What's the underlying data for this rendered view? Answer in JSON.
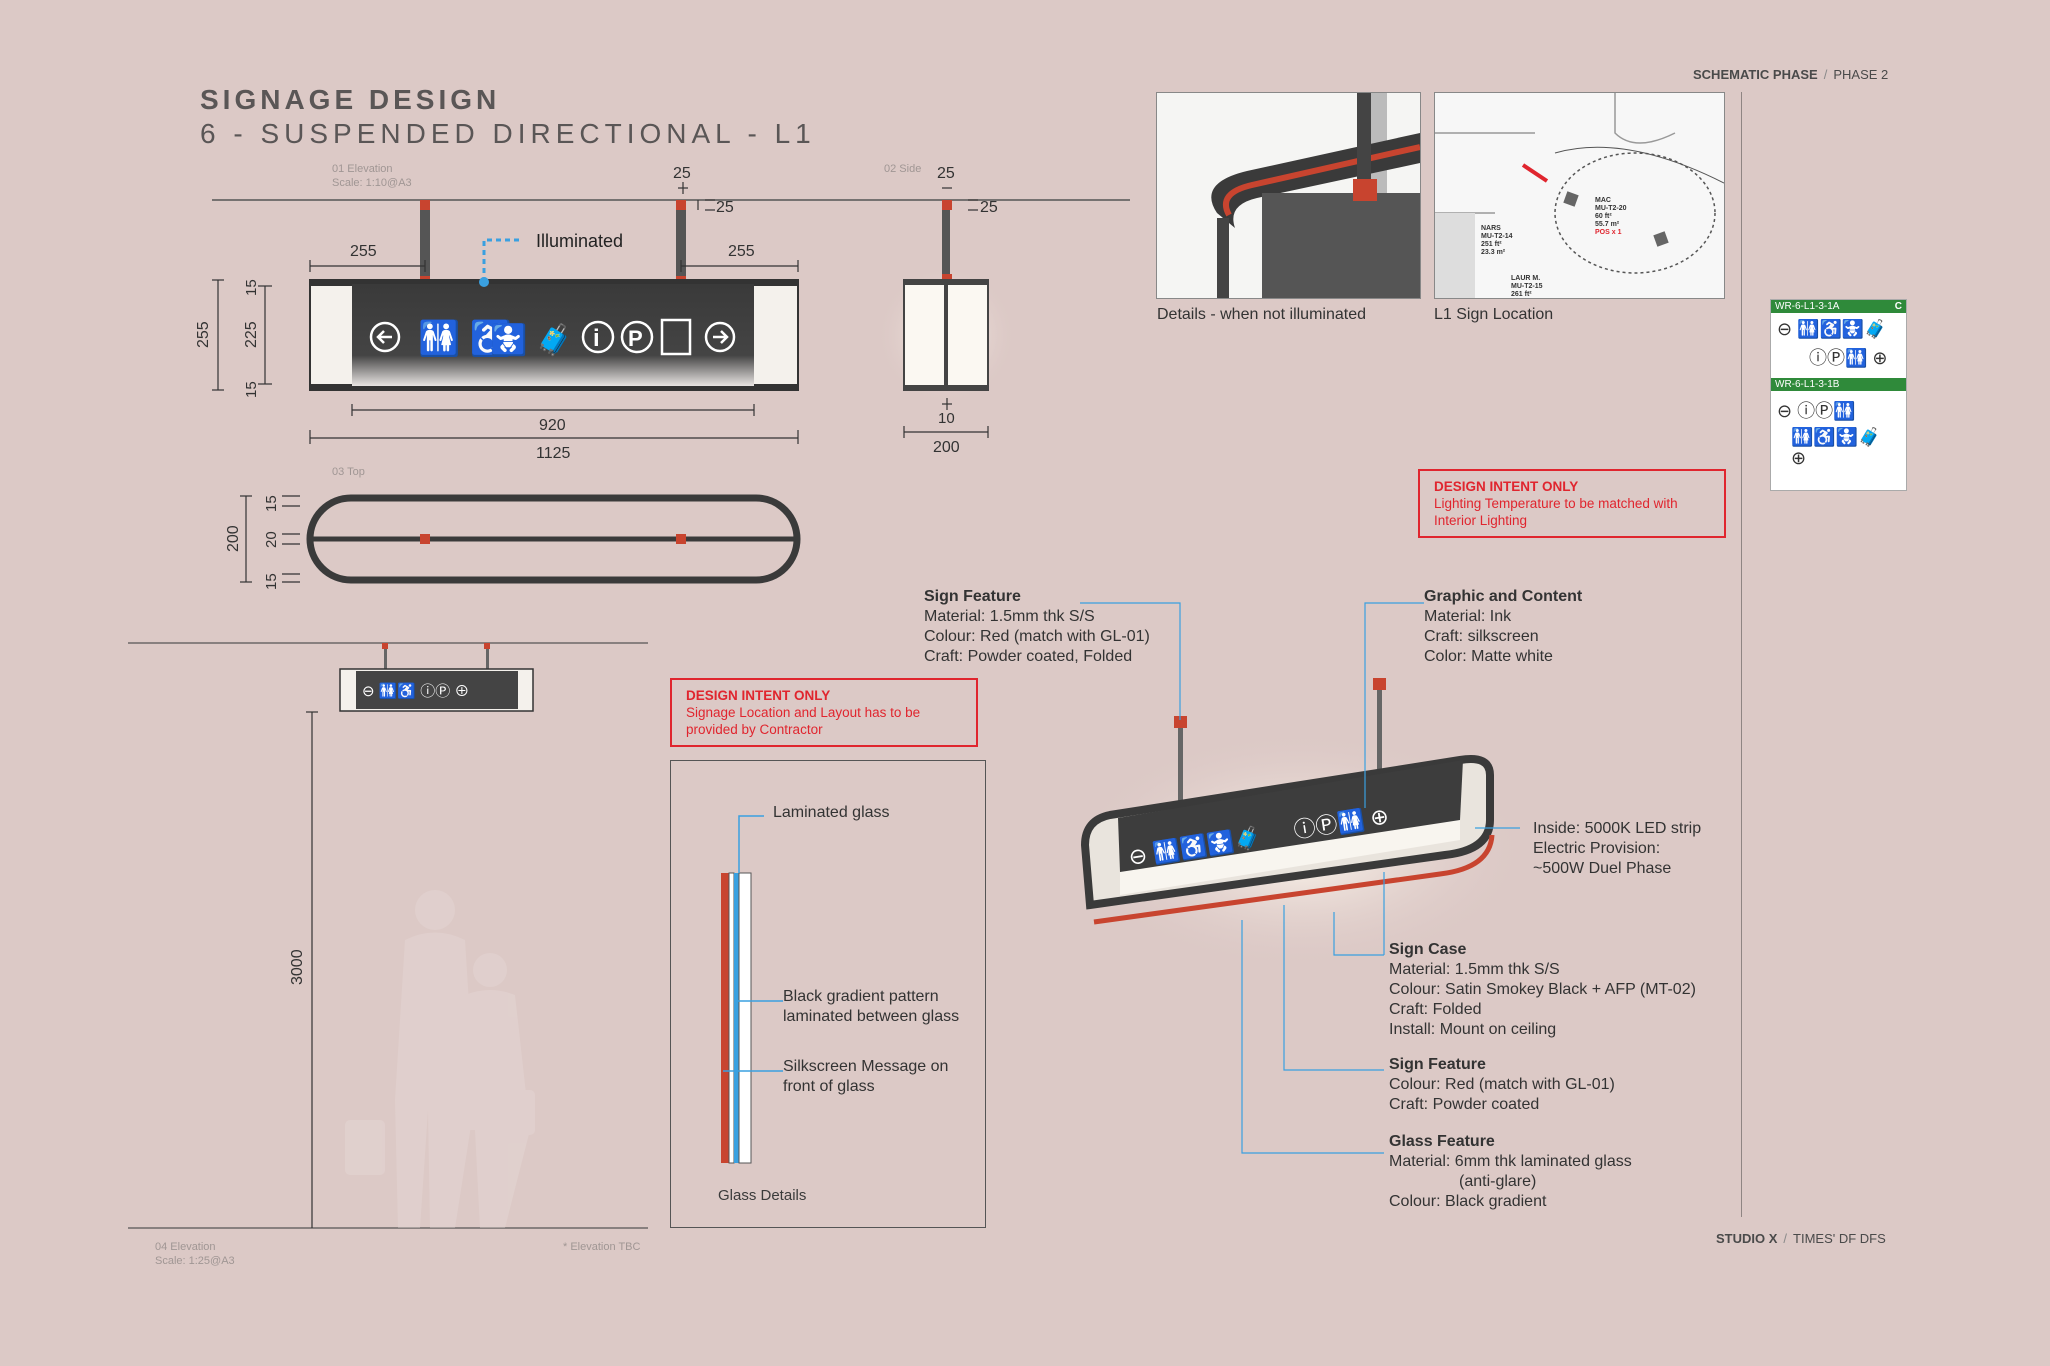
{
  "header": {
    "title": "SIGNAGE DESIGN",
    "subtitle": "6 - SUSPENDED DIRECTIONAL - L1",
    "phase_bold": "SCHEMATIC PHASE",
    "phase_sep": "/",
    "phase": "PHASE 2"
  },
  "footer": {
    "studio_bold": "STUDIO X",
    "sep": "/",
    "project": "TIMES' DF DFS"
  },
  "views": {
    "elevation_label": "01 Elevation",
    "elevation_scale": "Scale: 1:10@A3",
    "side_label": "02 Side",
    "top_label": "03 Top",
    "elevation2_label": "04 Elevation",
    "elevation2_scale": "Scale: 1:25@A3",
    "elevation_tbc": "* Elevation TBC"
  },
  "dimensions": {
    "d25a": "25",
    "d25b": "25",
    "d25c": "25",
    "d25d": "25",
    "d255a": "255",
    "d255b": "255",
    "d255v": "255",
    "d15a": "15",
    "d225": "225",
    "d15b": "15",
    "d920": "920",
    "d1125": "1125",
    "d10": "10",
    "d200s": "200",
    "t200": "200",
    "t15a": "15",
    "t20": "20",
    "t15b": "15",
    "h3000": "3000"
  },
  "labels": {
    "illuminated": "Illuminated",
    "photo_details": "Details - when not illuminated",
    "photo_location": "L1 Sign Location"
  },
  "location_plan": {
    "mac_name": "MAC",
    "mac_code": "MU-T2-20",
    "mac_area": "60 ft²",
    "mac_area2": "55.7 m²",
    "mac_pos": "POS x 1",
    "nars_name": "NARS",
    "nars_code": "MU-T2-14",
    "nars_area": "251 ft²",
    "nars_area2": "23.3 m²",
    "laur_name": "LAUR M.",
    "laur_code": "MU-T2-15",
    "laur_area": "261 ft²"
  },
  "sign_types": {
    "a_code": "WR-6-L1-3-1A",
    "a_badge": "C",
    "b_code": "WR-6-L1-3-1B"
  },
  "intent_top": {
    "heading": "DESIGN INTENT ONLY",
    "text": "Lighting Temperature to be matched with Interior Lighting"
  },
  "intent_mid": {
    "heading": "DESIGN INTENT ONLY",
    "text": "Signage Location and Layout has to be provided by Contractor"
  },
  "glass_details": {
    "laminated": "Laminated glass",
    "gradient": "Black gradient pattern laminated between glass",
    "silkscreen": "Silkscreen Message on front of glass",
    "caption": "Glass Details"
  },
  "notes": {
    "sign_feature_top": {
      "heading": "Sign Feature",
      "l1": "Material: 1.5mm thk S/S",
      "l2": "Colour: Red (match with GL-01)",
      "l3": "Craft: Powder coated, Folded"
    },
    "graphic": {
      "heading": "Graphic and Content",
      "l1": "Material: Ink",
      "l2": "Craft: silkscreen",
      "l3": "Color: Matte white"
    },
    "inside": {
      "l1": "Inside: 5000K LED strip",
      "l2": "Electric Provision:",
      "l3": "~500W Duel Phase"
    },
    "sign_case": {
      "heading": "Sign Case",
      "l1": "Material: 1.5mm thk S/S",
      "l2": "Colour: Satin Smokey Black + AFP (MT-02)",
      "l3": "Craft: Folded",
      "l4": "Install: Mount on ceiling"
    },
    "sign_feature_bottom": {
      "heading": "Sign Feature",
      "l1": "Colour: Red (match with GL-01)",
      "l2": "Craft: Powder coated"
    },
    "glass_feature": {
      "heading": "Glass Feature",
      "l1": "Material: 6mm thk laminated glass",
      "l2": "(anti-glare)",
      "l3": "Colour: Black gradient"
    }
  },
  "colors": {
    "background": "#dcc9c6",
    "sign_body": "#3d3d3d",
    "accent_red": "#c8442f",
    "intent_red": "#e0252e",
    "leader_blue": "#3aa0e0",
    "chip_green": "#2f8a3a"
  }
}
